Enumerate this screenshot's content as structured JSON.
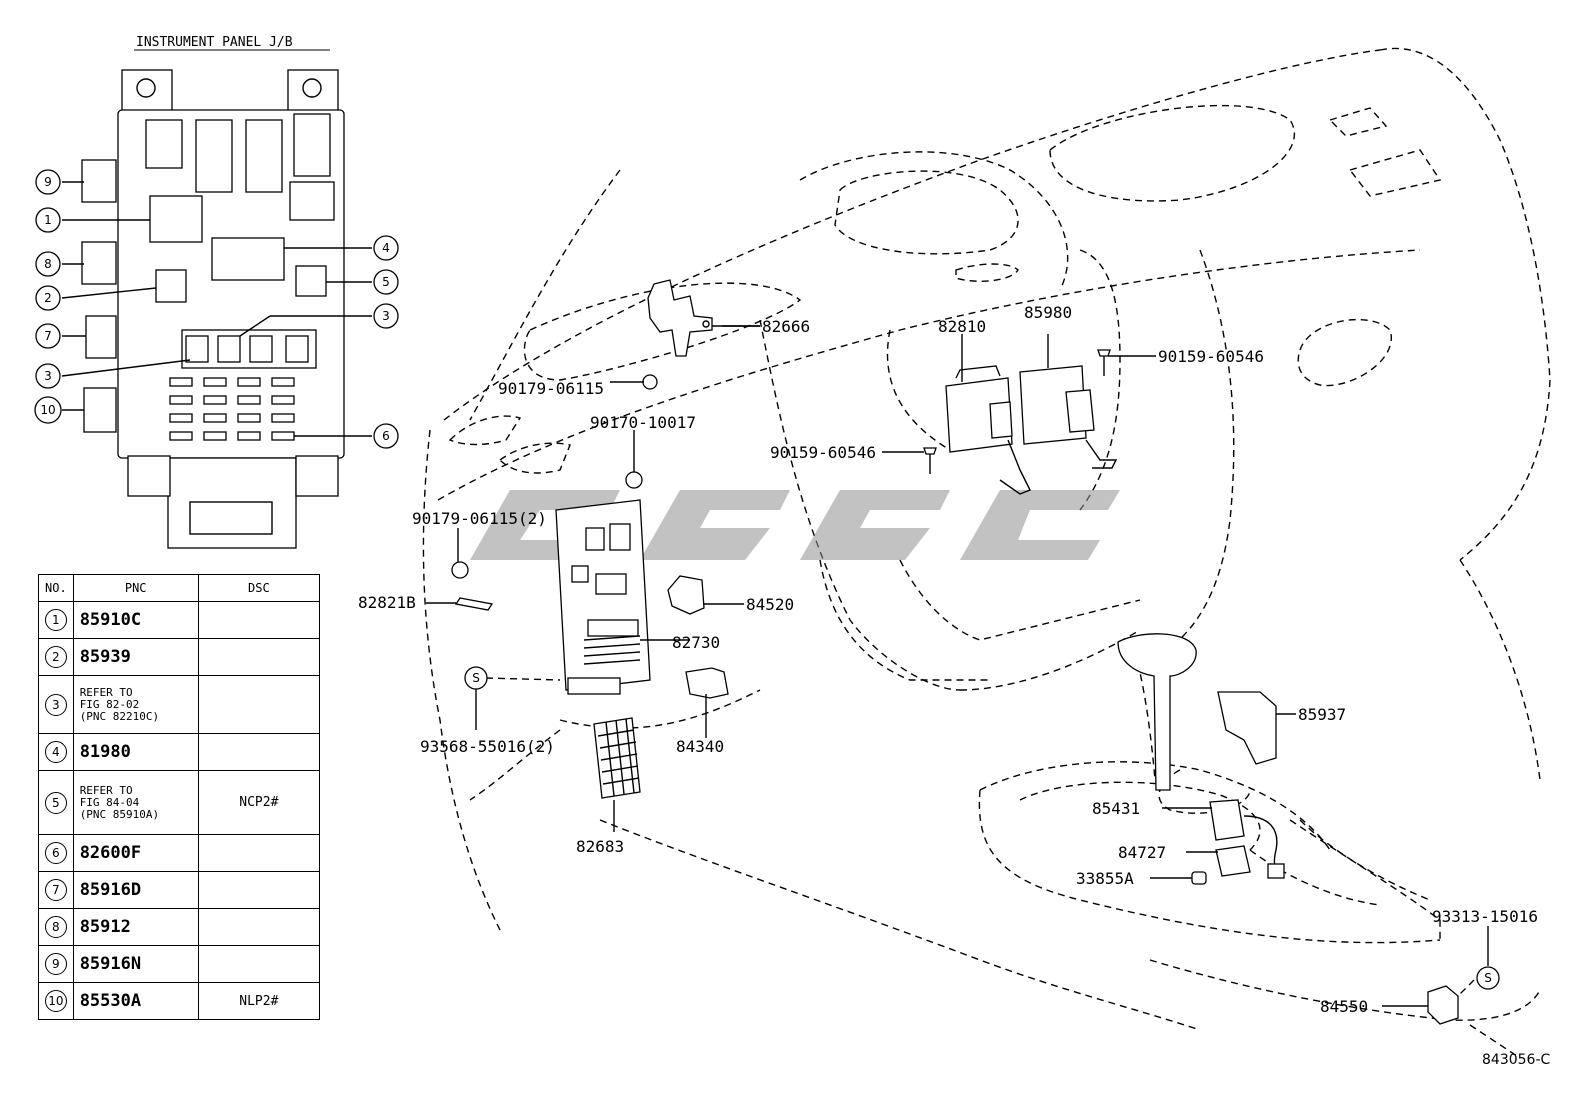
{
  "title": "INSTRUMENT PANEL J/B",
  "figure_code": "843056-C",
  "callouts": [
    "1",
    "2",
    "3",
    "3",
    "4",
    "5",
    "6",
    "7",
    "8",
    "9",
    "10"
  ],
  "part_labels": {
    "p82666": "82666",
    "p90179a": "90179-06115",
    "p90170": "90170-10017",
    "p90159a": "90159-60546",
    "p82810": "82810",
    "p85980": "85980",
    "p90159b": "90159-60546",
    "p90179b": "90179-06115(2)",
    "p82821": "82821B",
    "p84520": "84520",
    "p82730": "82730",
    "p84340": "84340",
    "p93568": "93568-55016(2)",
    "p82683": "82683",
    "p85937": "85937",
    "p85431": "85431",
    "p84727": "84727",
    "p33855": "33855A",
    "p93313": "93313-15016",
    "p84550": "84550"
  },
  "s_marks": [
    "S",
    "S"
  ],
  "table": {
    "headers": [
      "NO.",
      "PNC",
      "DSC"
    ],
    "rows": [
      {
        "no": "1",
        "pnc": "85910C",
        "dsc": "",
        "note": false
      },
      {
        "no": "2",
        "pnc": "85939",
        "dsc": "",
        "note": false
      },
      {
        "no": "3",
        "pnc": "REFER TO\nFIG 82-02\n(PNC 82210C)",
        "dsc": "",
        "note": true
      },
      {
        "no": "4",
        "pnc": "81980",
        "dsc": "",
        "note": false
      },
      {
        "no": "5",
        "pnc": "REFER TO\nFIG 84-04\n(PNC 85910A)",
        "dsc": "NCP2#",
        "note": true
      },
      {
        "no": "6",
        "pnc": "82600F",
        "dsc": "",
        "note": false
      },
      {
        "no": "7",
        "pnc": "85916D",
        "dsc": "",
        "note": false
      },
      {
        "no": "8",
        "pnc": "85912",
        "dsc": "",
        "note": false
      },
      {
        "no": "9",
        "pnc": "85916N",
        "dsc": "",
        "note": false
      },
      {
        "no": "10",
        "pnc": "85530A",
        "dsc": "NLP2#",
        "note": false
      }
    ]
  }
}
